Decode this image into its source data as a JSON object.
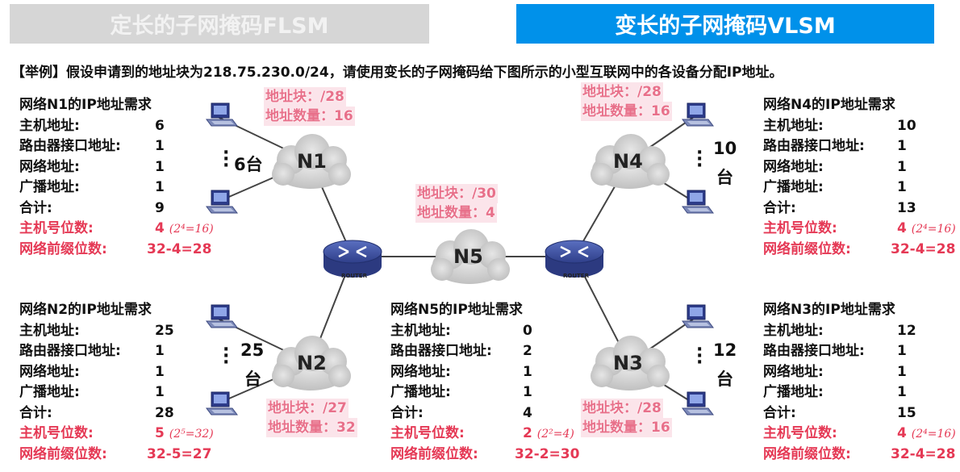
{
  "tabs": {
    "flsm": "定长的子网掩码FLSM",
    "vlsm": "变长的子网掩码VLSM"
  },
  "example": "【举例】假设申请到的地址块为218.75.230.0/24，请使用变长的子网掩码给下图所示的小型互联网中的各设备分配IP地址。",
  "labels": {
    "host": "主机地址:",
    "router_if": "路由器接口地址:",
    "net": "网络地址:",
    "bcast": "广播地址:",
    "total": "合计:",
    "host_bits": "主机号位数:",
    "prefix_bits": "网络前缀位数:"
  },
  "networks": {
    "n1": {
      "name": "N1",
      "title": "网络N1的IP地址需求",
      "host": "6",
      "router_if": "1",
      "net": "1",
      "bcast": "1",
      "total": "9",
      "host_bits": "4",
      "formula": "(2⁴=16)",
      "prefix": "32-4=28",
      "block": "地址块：/28",
      "count": "地址数量：16",
      "hosts_label": "6台"
    },
    "n2": {
      "name": "N2",
      "title": "网络N2的IP地址需求",
      "host": "25",
      "router_if": "1",
      "net": "1",
      "bcast": "1",
      "total": "28",
      "host_bits": "5",
      "formula": "(2⁵=32)",
      "prefix": "32-5=27",
      "block": "地址块：/27",
      "count": "地址数量：32",
      "hosts_num": "25",
      "hosts_unit": "台"
    },
    "n3": {
      "name": "N3",
      "title": "网络N3的IP地址需求",
      "host": "12",
      "router_if": "1",
      "net": "1",
      "bcast": "1",
      "total": "15",
      "host_bits": "4",
      "formula": "(2⁴=16)",
      "prefix": "32-4=28",
      "block": "地址块：/28",
      "count": "地址数量：16",
      "hosts_num": "12",
      "hosts_unit": "台"
    },
    "n4": {
      "name": "N4",
      "title": "网络N4的IP地址需求",
      "host": "10",
      "router_if": "1",
      "net": "1",
      "bcast": "1",
      "total": "13",
      "host_bits": "4",
      "formula": "(2⁴=16)",
      "prefix": "32-4=28",
      "block": "地址块：/28",
      "count": "地址数量：16",
      "hosts_num": "10",
      "hosts_unit": "台"
    },
    "n5": {
      "name": "N5",
      "title": "网络N5的IP地址需求",
      "host": "0",
      "router_if": "2",
      "net": "1",
      "bcast": "1",
      "total": "4",
      "host_bits": "2",
      "formula": "(2²=4)",
      "prefix": "32-2=30",
      "block": "地址块：/30",
      "count": "地址数量：4"
    }
  },
  "router_label": "ROUTER",
  "colors": {
    "accent": "#0091ea",
    "red": "#e53955",
    "pink": "#e8708a",
    "router": "#3b4fa0",
    "cloud": "#c9c9c9"
  }
}
